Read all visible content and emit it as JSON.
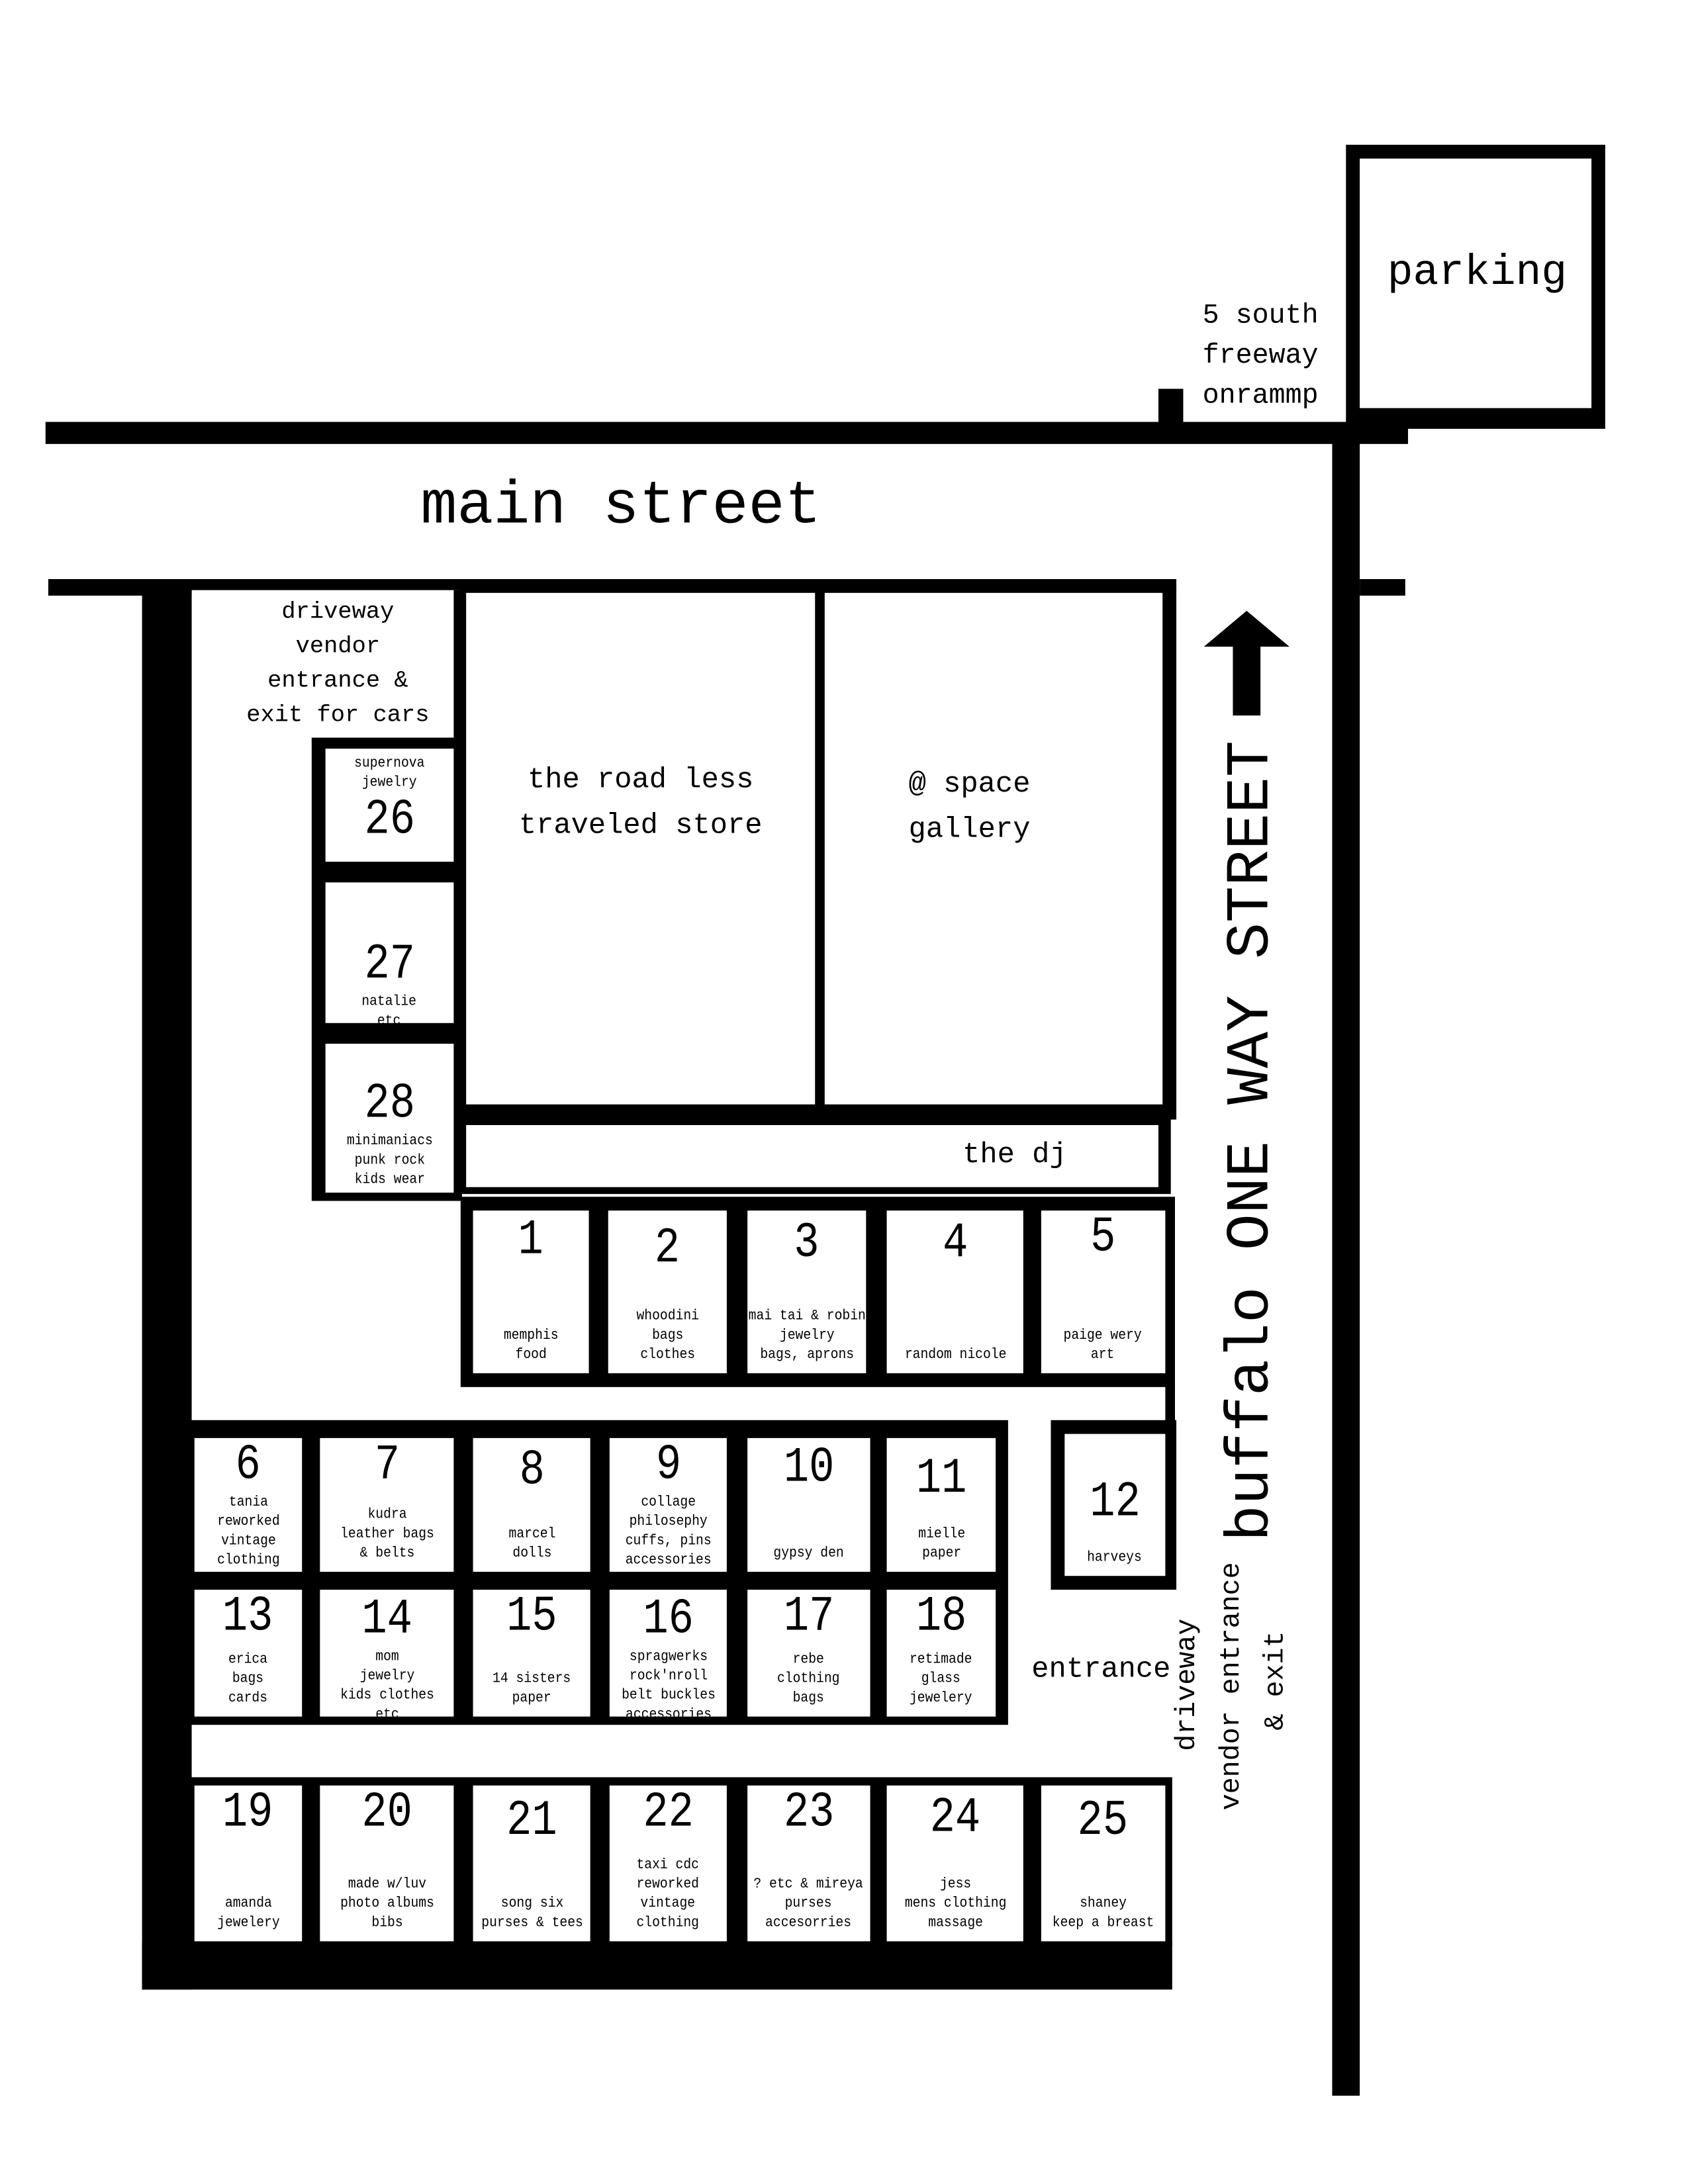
{
  "streets": {
    "main": "main street",
    "side": "buffalo ONE WAY STREET"
  },
  "parking": "parking",
  "onramp": "5 south\nfreeway\nonrammp",
  "driveway_top": "driveway\nvendor\nentrance &\nexit for cars",
  "stores": {
    "left": "the road less\ntraveled store",
    "right": "@ space\ngallery",
    "dj": "the dj"
  },
  "entrance": "entrance",
  "driveway_side": [
    "driveway",
    "vendor entrance",
    "& exit"
  ],
  "colors": {
    "ink": "#000000",
    "paper": "#ffffff"
  },
  "booths": [
    {
      "num": "1",
      "label": "memphis\nfood"
    },
    {
      "num": "2",
      "label": "whoodini\nbags\nclothes"
    },
    {
      "num": "3",
      "label": "mai tai & robin\njewelry\nbags, aprons"
    },
    {
      "num": "4",
      "label": "random nicole"
    },
    {
      "num": "5",
      "label": "paige wery\nart"
    },
    {
      "num": "6",
      "label": "tania\nreworked\nvintage\nclothing"
    },
    {
      "num": "7",
      "label": "kudra\nleather bags\n& belts"
    },
    {
      "num": "8",
      "label": "marcel\ndolls"
    },
    {
      "num": "9",
      "label": "collage\nphilosephy\ncuffs, pins\naccessories"
    },
    {
      "num": "10",
      "label": "gypsy den"
    },
    {
      "num": "11",
      "label": "mielle\npaper"
    },
    {
      "num": "12",
      "label": "harveys"
    },
    {
      "num": "13",
      "label": "erica\nbags\ncards"
    },
    {
      "num": "14",
      "label": "mom\njewelry\nkids clothes\netc"
    },
    {
      "num": "15",
      "label": "14 sisters\npaper"
    },
    {
      "num": "16",
      "label": "spragwerks\nrock'nroll\nbelt buckles\naccessories"
    },
    {
      "num": "17",
      "label": "rebe\nclothing\nbags"
    },
    {
      "num": "18",
      "label": "retimade\nglass\njewelery"
    },
    {
      "num": "19",
      "label": "amanda\njewelery"
    },
    {
      "num": "20",
      "label": "made w/luv\nphoto albums\nbibs"
    },
    {
      "num": "21",
      "label": "song six\npurses & tees"
    },
    {
      "num": "22",
      "label": "taxi cdc\nreworked\nvintage\nclothing"
    },
    {
      "num": "23",
      "label": "? etc & mireya\npurses\naccesorries"
    },
    {
      "num": "24",
      "label": "jess\nmens clothing\nmassage"
    },
    {
      "num": "25",
      "label": "shaney\nkeep a breast"
    },
    {
      "num": "26",
      "label": "supernova\njewelry",
      "label_top": true
    },
    {
      "num": "27",
      "label": "natalie\netc"
    },
    {
      "num": "28",
      "label": "minimaniacs\npunk rock\nkids wear"
    }
  ]
}
